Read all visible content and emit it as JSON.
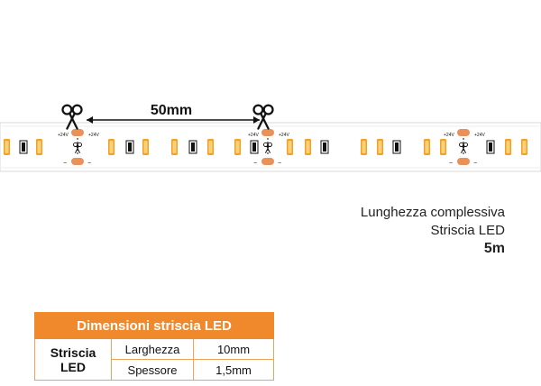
{
  "diagram": {
    "cut_interval": "50mm",
    "voltage_label": "+24V",
    "minus_label": "−",
    "colors": {
      "led": "#f5a623",
      "pad": "#e8925a",
      "strip_edge": "#d8d8d8",
      "dark": "#111111"
    },
    "icons": [
      "scissors-icon"
    ]
  },
  "info": {
    "line1": "Lunghezza complessiva",
    "line2": "Striscia LED",
    "length": "5m"
  },
  "table": {
    "title": "Dimensioni striscia LED",
    "row_header": "Striscia LED",
    "rows": [
      {
        "label": "Larghezza",
        "value": "10mm"
      },
      {
        "label": "Spessore",
        "value": "1,5mm"
      }
    ]
  }
}
